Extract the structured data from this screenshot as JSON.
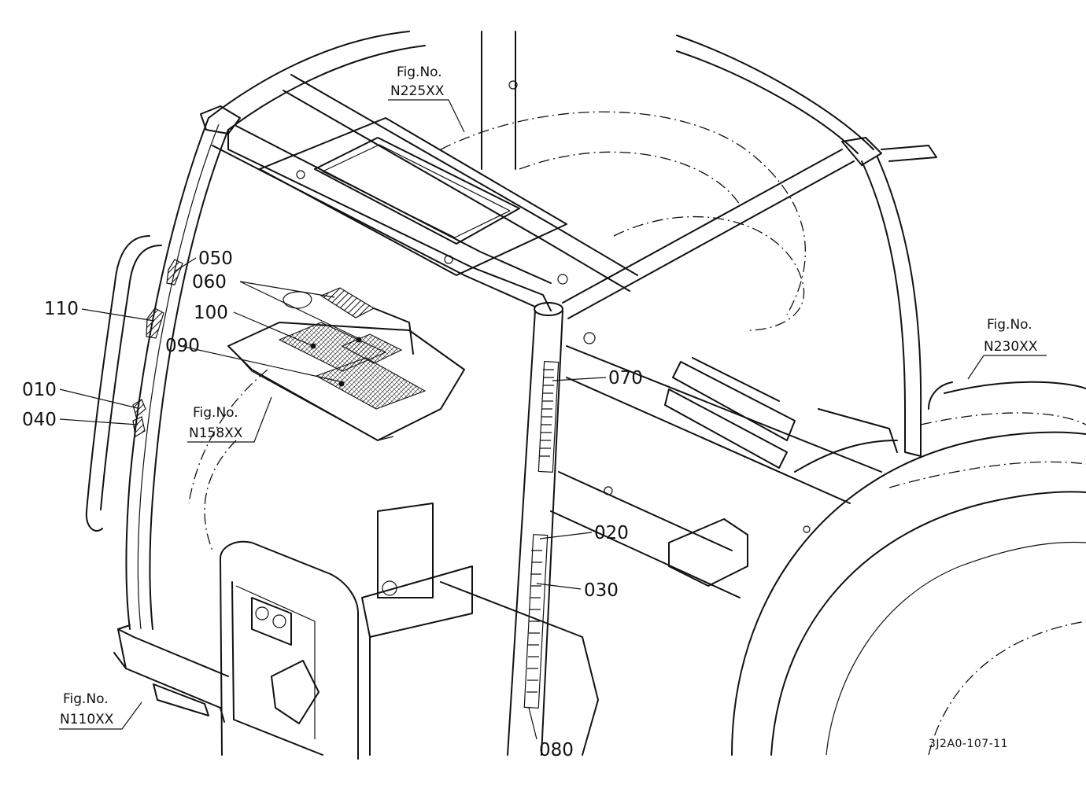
{
  "diagram": {
    "part_labels": [
      {
        "id": "050",
        "text": "050"
      },
      {
        "id": "060",
        "text": "060"
      },
      {
        "id": "110",
        "text": "110"
      },
      {
        "id": "100",
        "text": "100"
      },
      {
        "id": "090",
        "text": "090"
      },
      {
        "id": "010",
        "text": "010"
      },
      {
        "id": "040",
        "text": "040"
      },
      {
        "id": "070",
        "text": "070"
      },
      {
        "id": "020",
        "text": "020"
      },
      {
        "id": "030",
        "text": "030"
      },
      {
        "id": "080",
        "text": "080"
      }
    ],
    "figure_refs": [
      {
        "line1": "Fig.No.",
        "line2": "N225XX"
      },
      {
        "line1": "Fig.No.",
        "line2": "N230XX"
      },
      {
        "line1": "Fig.No.",
        "line2": "N158XX"
      },
      {
        "line1": "Fig.No.",
        "line2": "N110XX"
      }
    ],
    "drawing_code": "3J2A0-107-11"
  }
}
